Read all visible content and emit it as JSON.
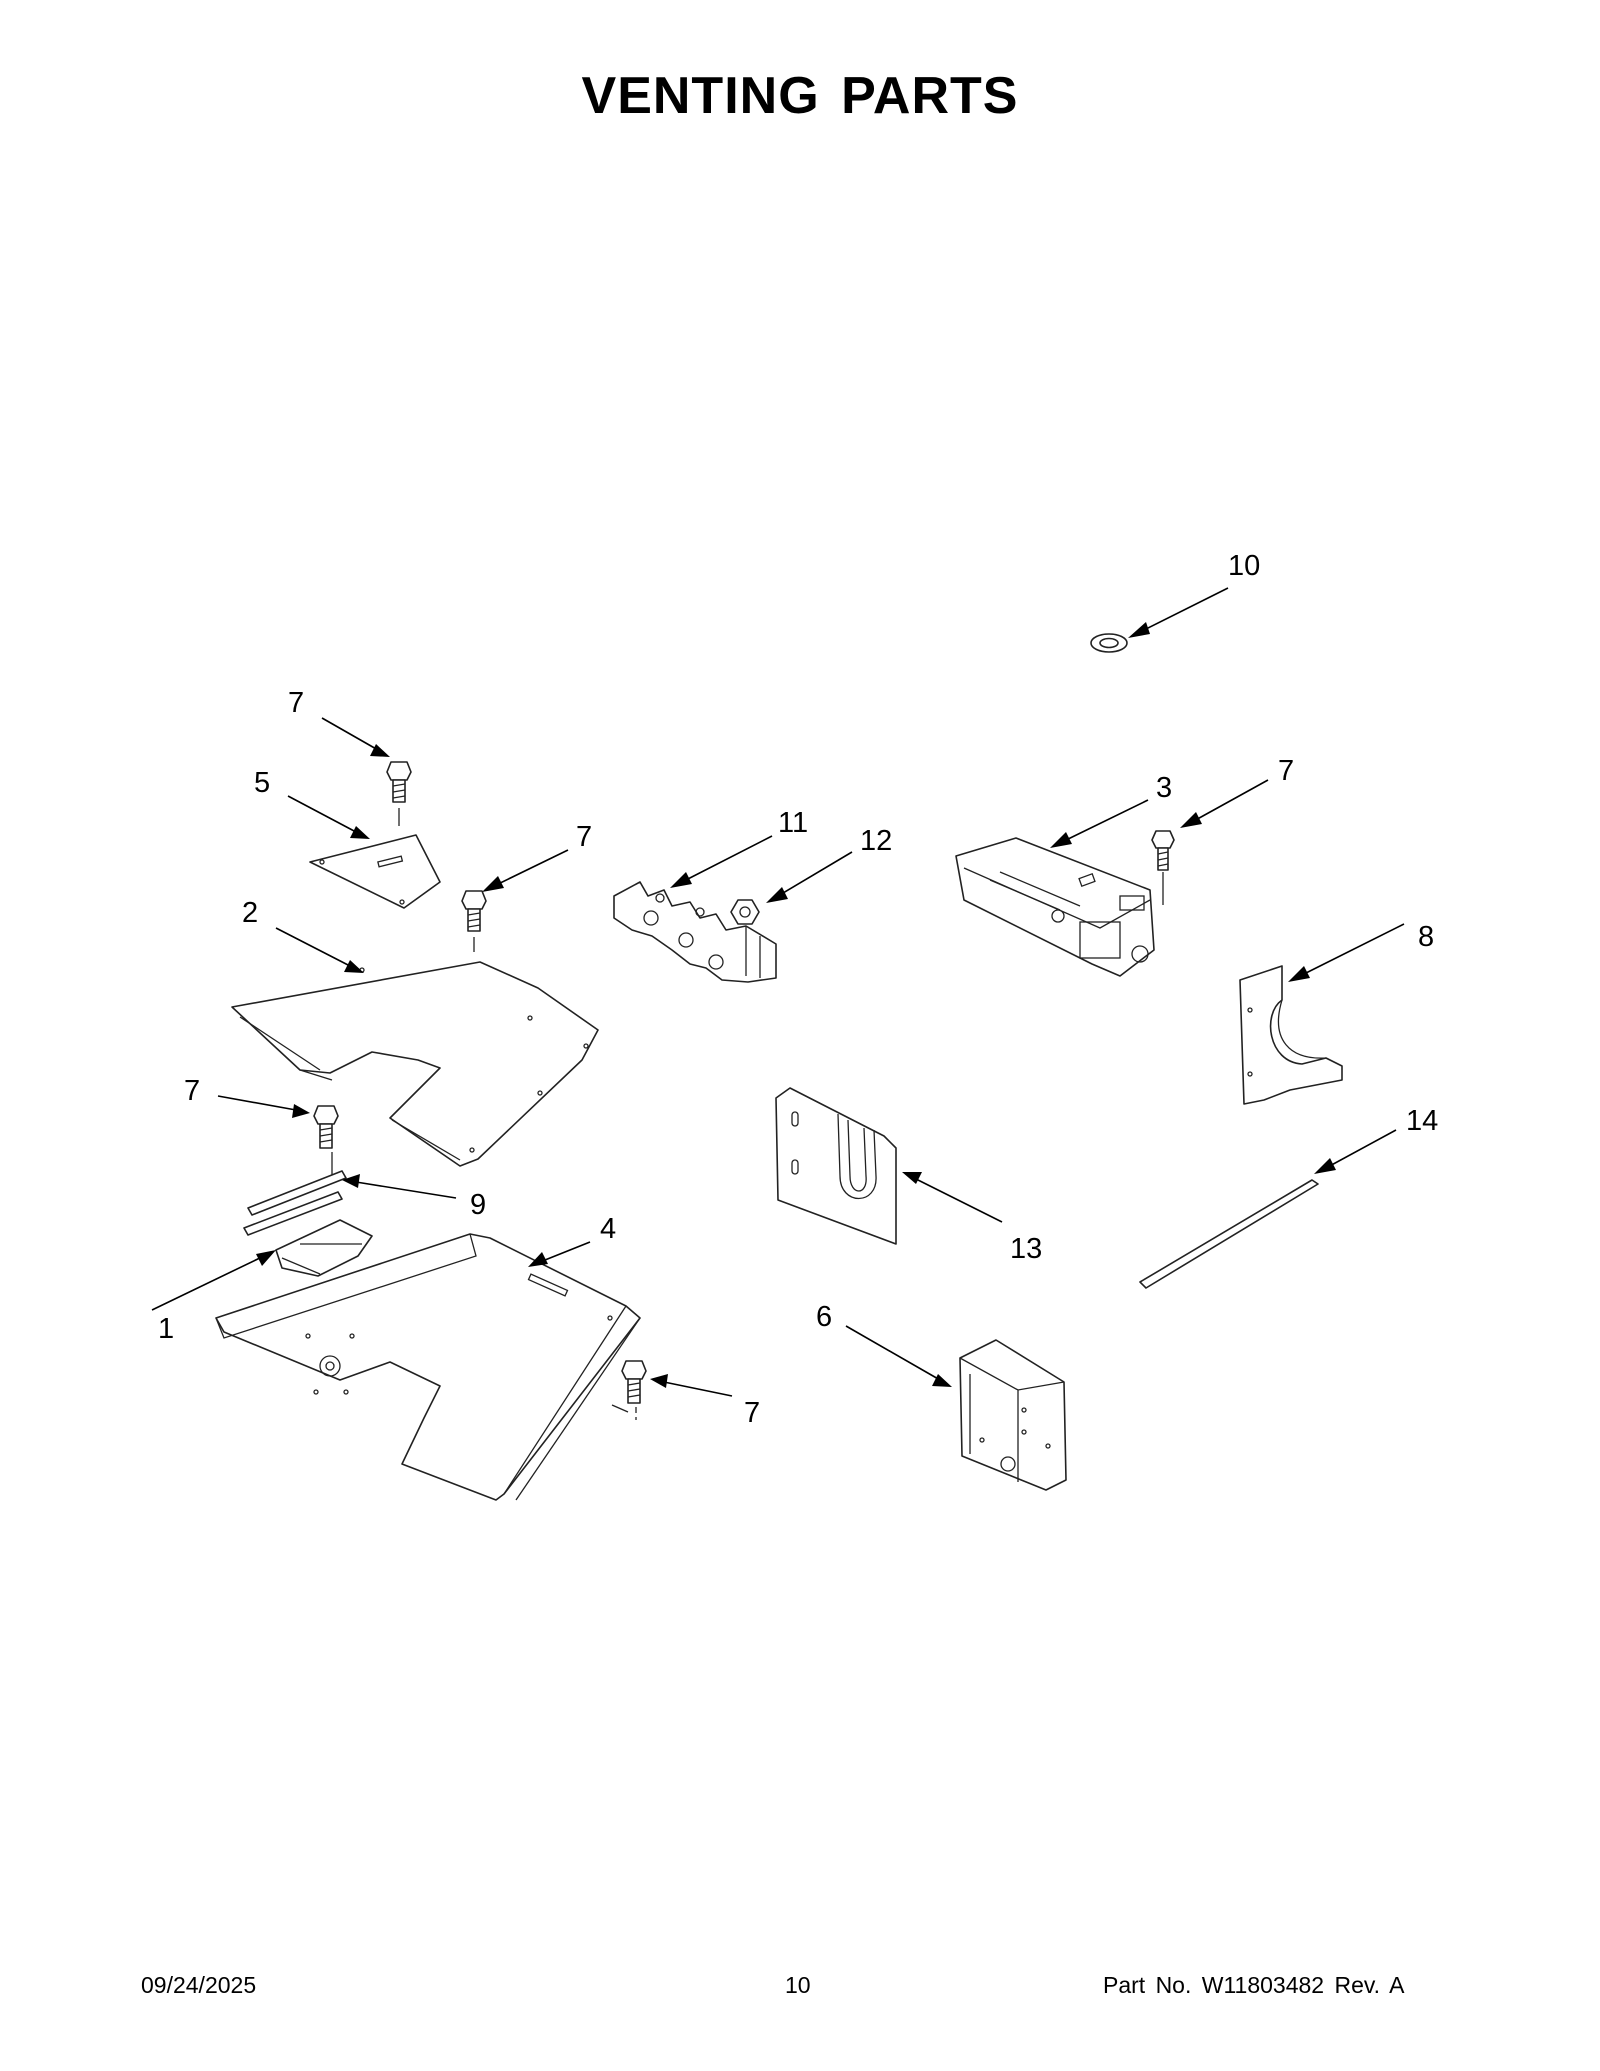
{
  "page": {
    "title": "VENTING PARTS",
    "footer": {
      "date": "09/24/2025",
      "page_number": "10",
      "part_number": "Part No.  W11803482  Rev.  A"
    }
  },
  "callouts": [
    {
      "id": "c10",
      "label": "10"
    },
    {
      "id": "c7a",
      "label": "7"
    },
    {
      "id": "c5",
      "label": "5"
    },
    {
      "id": "c7b",
      "label": "7"
    },
    {
      "id": "c2",
      "label": "2"
    },
    {
      "id": "c11",
      "label": "11"
    },
    {
      "id": "c12",
      "label": "12"
    },
    {
      "id": "c3",
      "label": "3"
    },
    {
      "id": "c7c",
      "label": "7"
    },
    {
      "id": "c8",
      "label": "8"
    },
    {
      "id": "c7d",
      "label": "7"
    },
    {
      "id": "c9",
      "label": "9"
    },
    {
      "id": "c4",
      "label": "4"
    },
    {
      "id": "c1",
      "label": "1"
    },
    {
      "id": "c14",
      "label": "14"
    },
    {
      "id": "c13",
      "label": "13"
    },
    {
      "id": "c6",
      "label": "6"
    },
    {
      "id": "c7e",
      "label": "7"
    }
  ]
}
